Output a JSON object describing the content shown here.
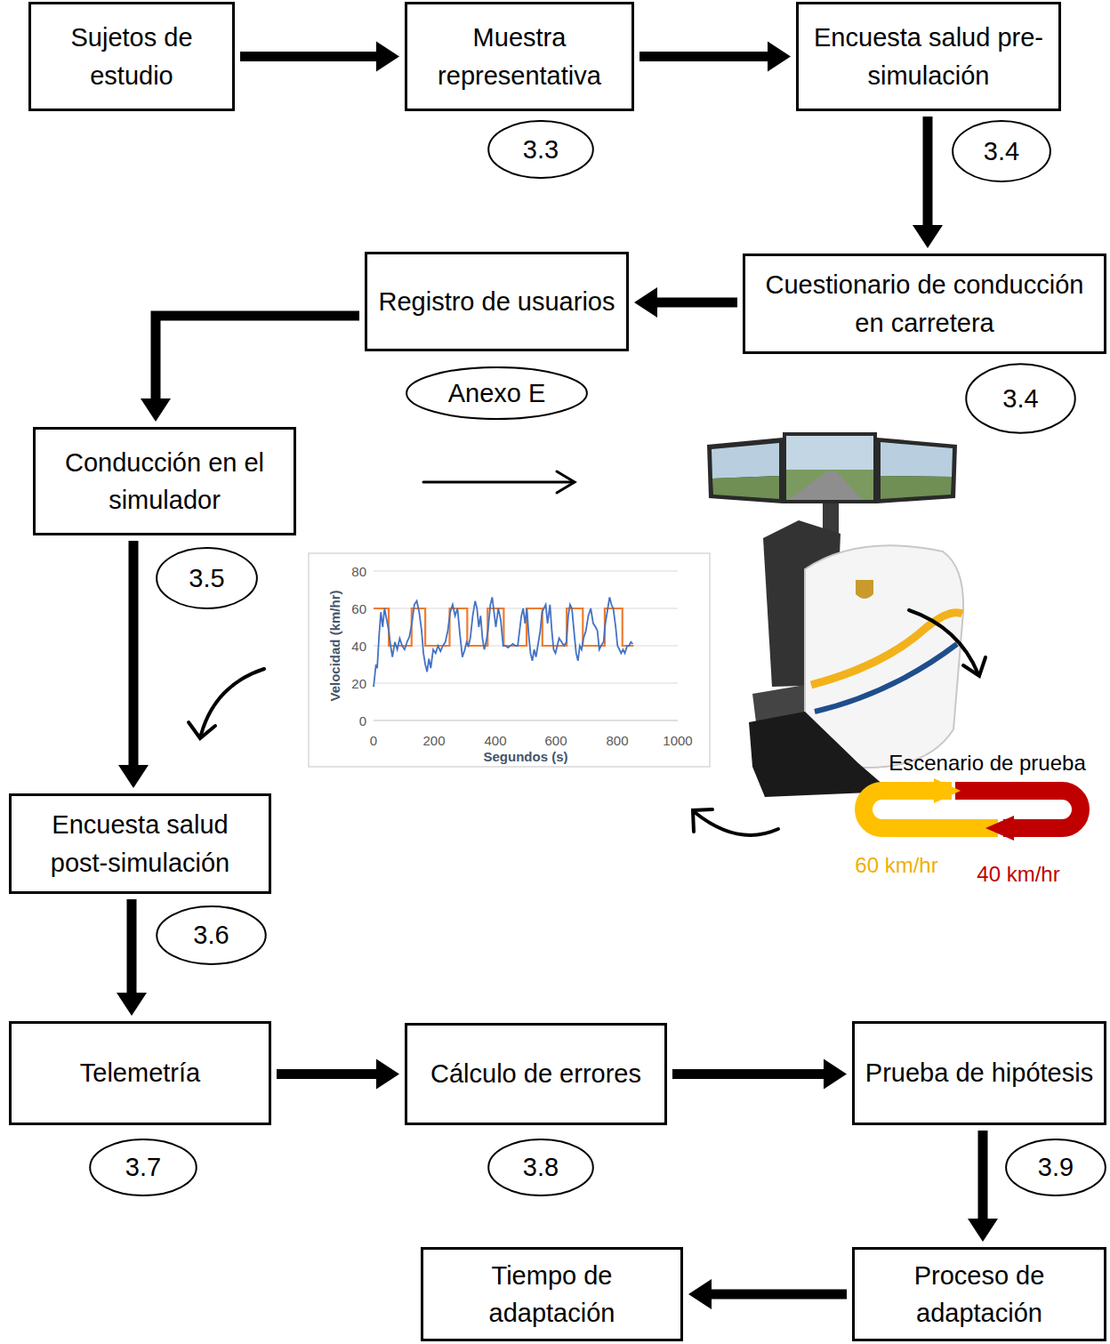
{
  "diagram": {
    "nodes": [
      {
        "text": [
          "Sujetos de estudio"
        ]
      },
      {
        "text": [
          "Muestra representativa"
        ]
      },
      {
        "text": [
          "3.3"
        ]
      },
      {
        "text": [
          "Encuesta salud pre-simulación"
        ]
      },
      {
        "text": [
          "3.4"
        ]
      },
      {
        "text": [
          "Registro de usuarios"
        ]
      },
      {
        "text": [
          "Cuestionario de conducción en carretera"
        ]
      },
      {
        "text": [
          "Anexo E"
        ]
      },
      {
        "text": [
          "3.4"
        ]
      },
      {
        "text": [
          "Conducción en el simulador"
        ]
      },
      {
        "text": [
          "3.5"
        ]
      },
      {
        "text": [
          "Encuesta salud post-simulación"
        ]
      },
      {
        "text": [
          "3.6"
        ]
      },
      {
        "text": [
          "Telemetría"
        ]
      },
      {
        "text": [
          "Cálculo de errores"
        ]
      },
      {
        "text": [
          "Prueba de hipótesis"
        ]
      },
      {
        "text": [
          "3.7"
        ]
      },
      {
        "text": [
          "3.8"
        ]
      },
      {
        "text": [
          "3.9"
        ]
      },
      {
        "text": [
          "Proceso de adaptación"
        ]
      },
      {
        "text": [
          "Tiempo de adaptación"
        ]
      }
    ],
    "edges": [
      {
        "from": 0,
        "to": 1,
        "arrow": "to"
      },
      {
        "from": 1,
        "to": 3,
        "arrow": "to"
      },
      {
        "from": 3,
        "to": 6,
        "arrow": "to"
      },
      {
        "from": 6,
        "to": 5,
        "arrow": "to"
      },
      {
        "from": 5,
        "to": 9,
        "arrow": "to"
      },
      {
        "from": 9,
        "to": 11,
        "arrow": "to"
      },
      {
        "from": 11,
        "to": 13,
        "arrow": "to"
      },
      {
        "from": 13,
        "to": 14,
        "arrow": "to"
      },
      {
        "from": 14,
        "to": 15,
        "arrow": "to"
      },
      {
        "from": 15,
        "to": 19,
        "arrow": "to"
      },
      {
        "from": 19,
        "to": 20,
        "arrow": "to"
      }
    ],
    "labels": [
      "80",
      "60",
      "40",
      "20",
      "0",
      "0",
      "200",
      "400",
      "600",
      "800",
      "1000",
      "Velocidad (km/hr)",
      "Segundos (s)",
      "Escenario de prueba",
      "60 km/hr",
      "40 km/hr"
    ]
  }
}
